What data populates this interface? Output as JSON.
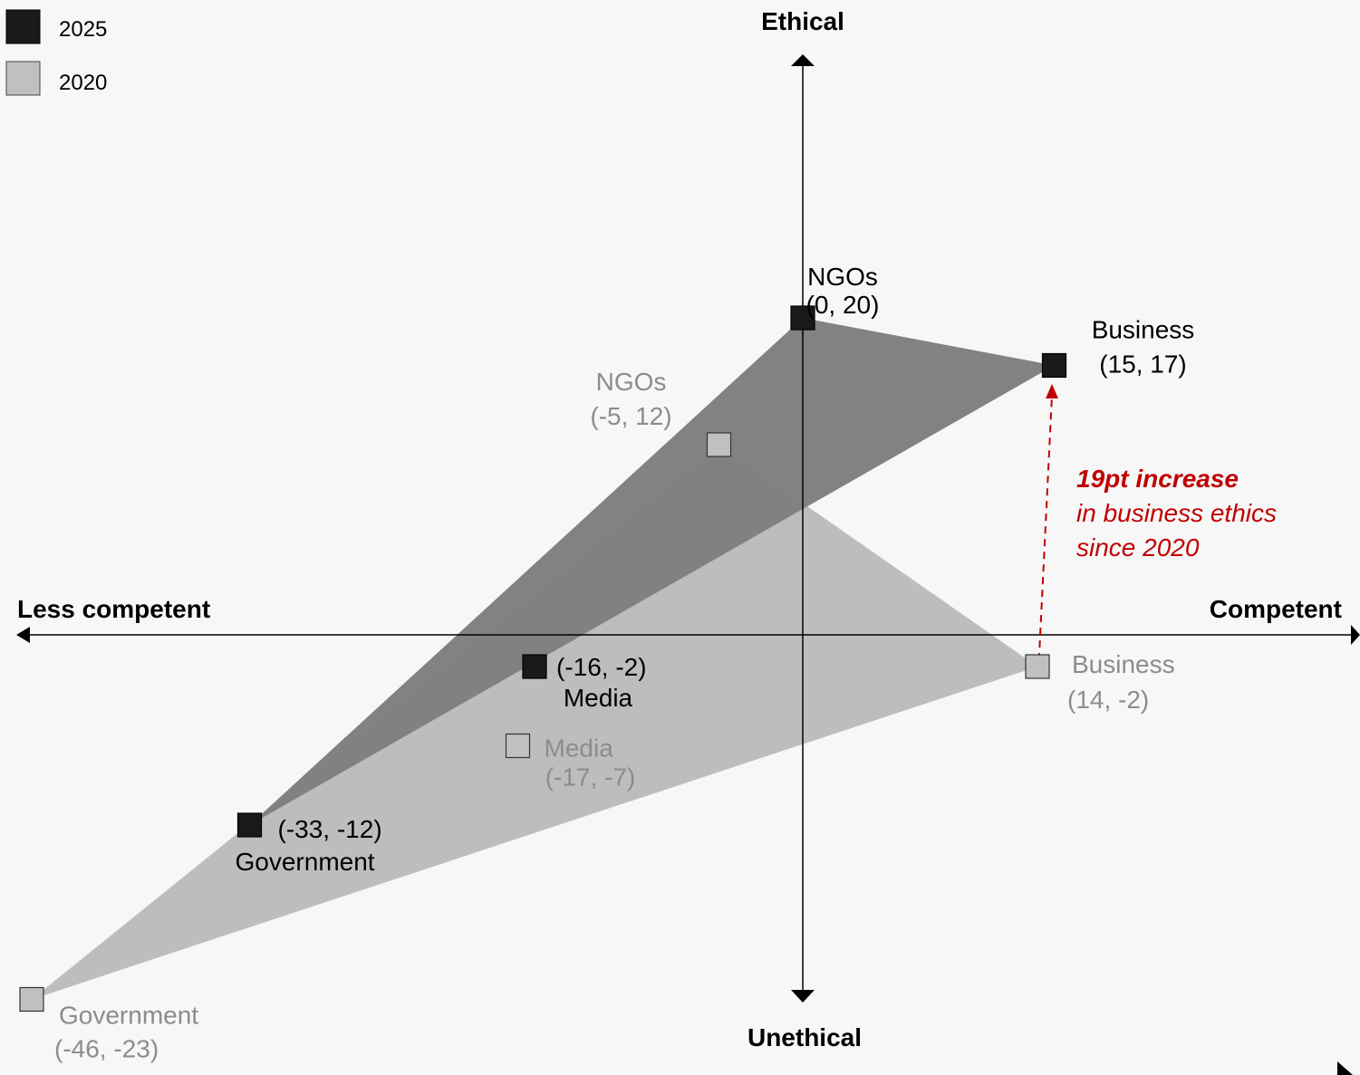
{
  "chart_data": {
    "type": "scatter",
    "x_axis": {
      "negative_label": "Less competent",
      "positive_label": "Competent"
    },
    "y_axis": {
      "positive_label": "Ethical",
      "negative_label": "Unethical"
    },
    "legend_position": "top-left",
    "series": [
      {
        "name": "2025",
        "color": "#1a1a1a",
        "fill": "#7f7f7f",
        "label_color": "#000000",
        "points": [
          {
            "label": "NGOs",
            "coord_text": "(0, 20)",
            "x": 0,
            "y": 20
          },
          {
            "label": "Business",
            "coord_text": "(15, 17)",
            "x": 15,
            "y": 17
          },
          {
            "label": "Media",
            "coord_text": "(-16, -2)",
            "x": -16,
            "y": -2
          },
          {
            "label": "Government",
            "coord_text": "(-33, -12)",
            "x": -33,
            "y": -12
          }
        ]
      },
      {
        "name": "2020",
        "color": "#c0c0c0",
        "fill": "#bdbdbd",
        "label_color": "#8c8c8c",
        "points": [
          {
            "label": "NGOs",
            "coord_text": "(-5, 12)",
            "x": -5,
            "y": 12
          },
          {
            "label": "Business",
            "coord_text": "(14, -2)",
            "x": 14,
            "y": -2
          },
          {
            "label": "Media",
            "coord_text": "(-17, -7)",
            "x": -17,
            "y": -7
          },
          {
            "label": "Government",
            "coord_text": "(-46, -23)",
            "x": -46,
            "y": -23
          }
        ]
      }
    ],
    "annotation": {
      "title": "19pt increase",
      "line1": "in business ethics",
      "line2": "since 2020",
      "color": "#c00000"
    }
  }
}
